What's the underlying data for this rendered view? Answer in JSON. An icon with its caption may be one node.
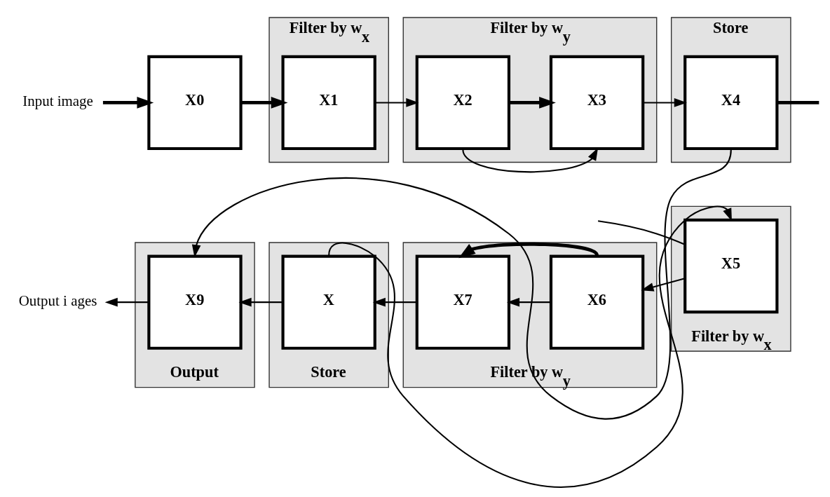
{
  "diagram": {
    "nodes": [
      {
        "text": [
          "Input image"
        ]
      },
      {
        "text": [
          "X0"
        ]
      },
      {
        "text": [
          "Filter by w$_{x}$"
        ]
      },
      {
        "text": [
          "X1"
        ],
        "in": 2
      },
      {
        "text": [
          "Filter by w$_{y}$"
        ]
      },
      {
        "text": [
          "X2"
        ],
        "in": 4
      },
      {
        "text": [
          "X3"
        ],
        "in": 4
      },
      {
        "text": [
          "Store"
        ]
      },
      {
        "text": [
          "X4"
        ],
        "in": 7
      },
      {
        "text": [
          "Output i ages"
        ]
      },
      {
        "text": [
          "Output"
        ]
      },
      {
        "text": [
          "X9"
        ],
        "in": 10
      },
      {
        "text": [
          "Store"
        ]
      },
      {
        "text": [
          "X"
        ],
        "in": 12
      },
      {
        "text": [
          "Filter by w$_{y}$"
        ]
      },
      {
        "text": [
          "X7"
        ],
        "in": 14
      },
      {
        "text": [
          "X6"
        ],
        "in": 14
      },
      {
        "text": [
          "Filter by w$_{x}$"
        ]
      },
      {
        "text": [
          "X5"
        ],
        "in": 17
      }
    ],
    "edges": [
      {
        "from": 0,
        "to": 1,
        "arrow": "to",
        "style": "thick"
      },
      {
        "from": 1,
        "to": 3,
        "arrow": "to",
        "style": "thick"
      },
      {
        "from": 3,
        "to": 5,
        "arrow": "to"
      },
      {
        "from": 5,
        "to": 6,
        "arrow": "to",
        "style": "thick"
      },
      {
        "from": 5,
        "to": 6,
        "arrow": "to"
      },
      {
        "from": 6,
        "to": 8,
        "arrow": "to"
      },
      {
        "from": 8,
        "to": null,
        "arrow": "none",
        "style": "thick"
      },
      {
        "from": 8,
        "to": 11,
        "arrow": "to"
      },
      {
        "from": 13,
        "to": 18,
        "arrow": "to"
      },
      {
        "from": null,
        "to": 18,
        "arrow": "none"
      },
      {
        "from": 18,
        "to": 16,
        "arrow": "to"
      },
      {
        "from": 16,
        "to": 15,
        "arrow": "to"
      },
      {
        "from": 16,
        "to": 15,
        "arrow": "to",
        "style": "thick"
      },
      {
        "from": 15,
        "to": 13,
        "arrow": "to"
      },
      {
        "from": 13,
        "to": 11,
        "arrow": "to"
      },
      {
        "from": 11,
        "to": 9,
        "arrow": "to"
      }
    ]
  }
}
